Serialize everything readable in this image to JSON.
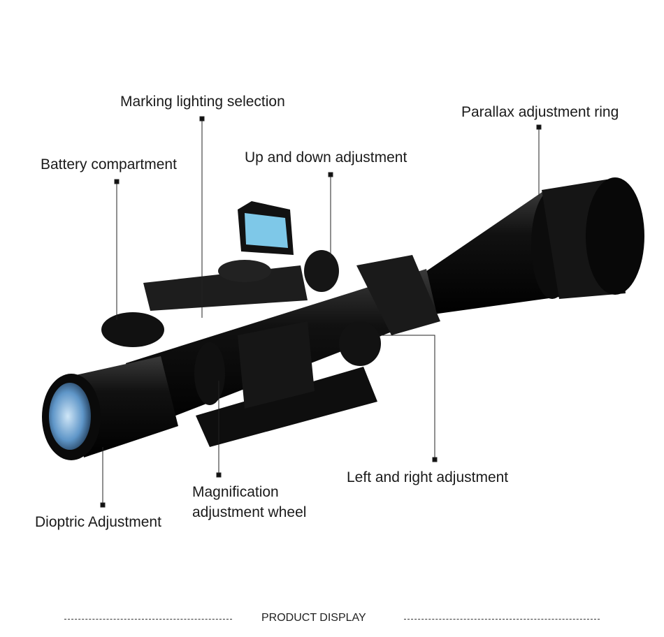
{
  "labels": {
    "marking_lighting": "Marking lighting selection",
    "parallax": "Parallax adjustment ring",
    "battery": "Battery compartment",
    "up_down": "Up and down adjustment",
    "left_right": "Left and right adjustment",
    "magnification_line1": "Magnification",
    "magnification_line2": "adjustment wheel",
    "dioptric": "Dioptric Adjustment"
  },
  "footer": {
    "title": "PRODUCT DISPLAY"
  },
  "colors": {
    "scope": "#111111",
    "lens": "#6fa8d8",
    "red_dot_glass": "#7ec8e8",
    "marking_red": "#c0282d"
  }
}
